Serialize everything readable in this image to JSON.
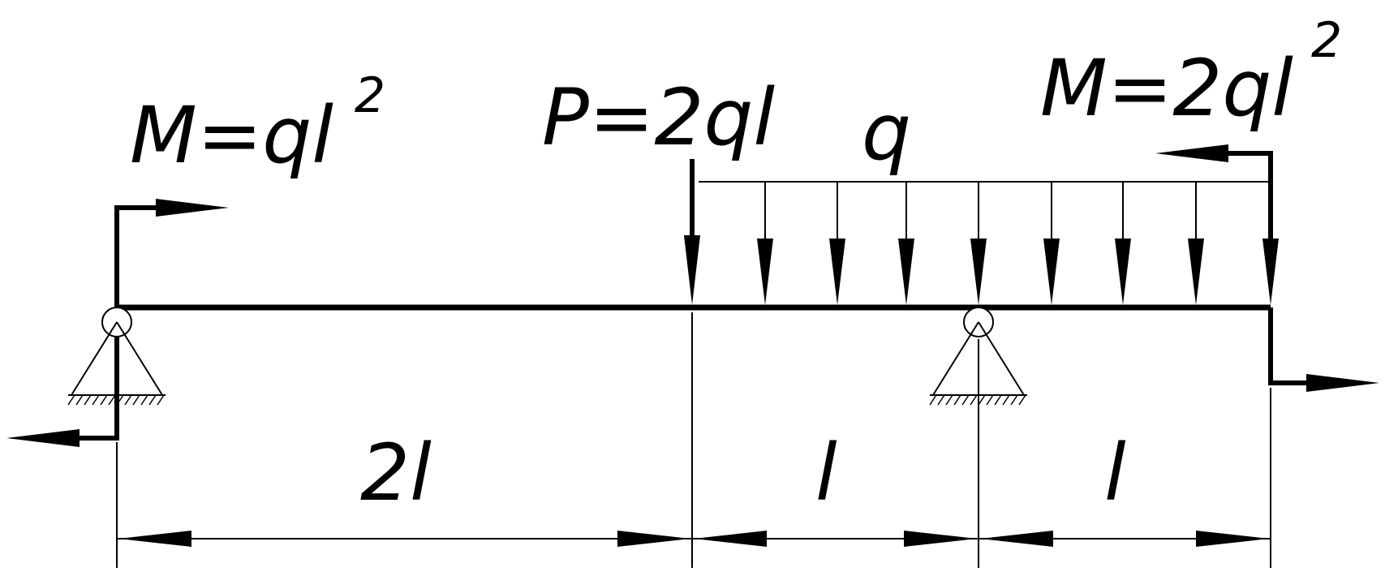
{
  "labels": {
    "moment_left": "M=ql",
    "moment_left_power": "2",
    "force_p": "P=2ql",
    "distributed_load": "q",
    "moment_right": "M=2ql",
    "moment_right_power": "2",
    "dim_first": "2l",
    "dim_second": "l",
    "dim_third": "l"
  }
}
